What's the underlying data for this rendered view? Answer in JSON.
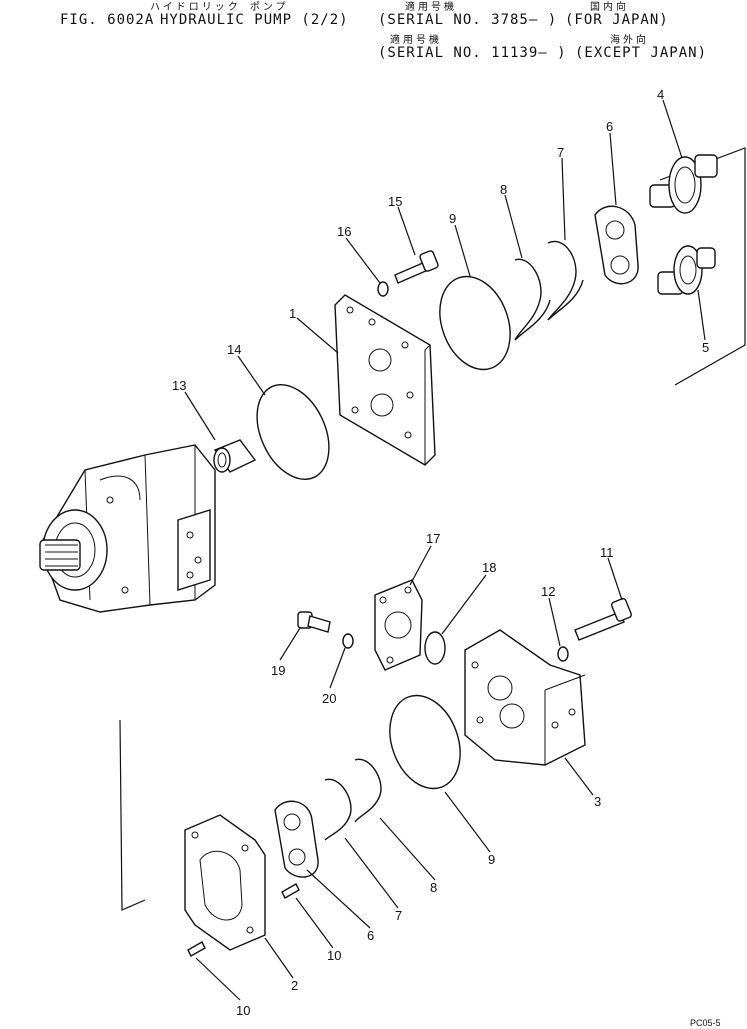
{
  "header": {
    "fig": "FIG. 6002A",
    "title_kana": "ハイドロリック ポンプ",
    "title": "HYDRAULIC PUMP (2/2)",
    "applic_kana_1": "適用号機",
    "serial_1": "(SERIAL NO. 3785– )",
    "region_kana_1": "国内向",
    "region_1": "(FOR JAPAN)",
    "applic_kana_2": "適用号機",
    "serial_2": "(SERIAL NO. 11139– )",
    "region_kana_2": "海外向",
    "region_2": "(EXCEPT JAPAN)"
  },
  "callouts": [
    "1",
    "2",
    "3",
    "4",
    "5",
    "6",
    "7",
    "8",
    "9",
    "10",
    "11",
    "12",
    "13",
    "14",
    "15",
    "16",
    "17",
    "18",
    "19",
    "20",
    "6",
    "7",
    "8",
    "9",
    "10"
  ],
  "footer_code": "PC05-5"
}
